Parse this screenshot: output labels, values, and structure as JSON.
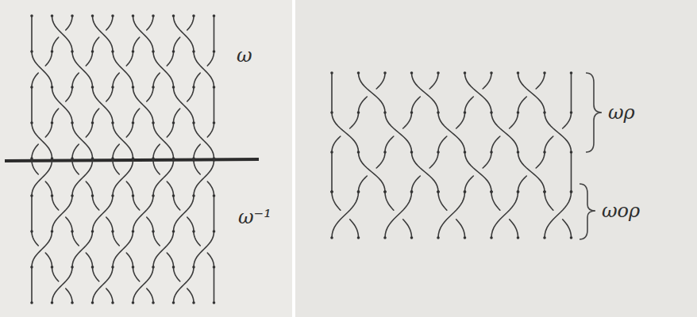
{
  "diagram": {
    "labels": [
      "ω",
      "ω⁻¹",
      "ωρ",
      "ωορ"
    ]
  }
}
